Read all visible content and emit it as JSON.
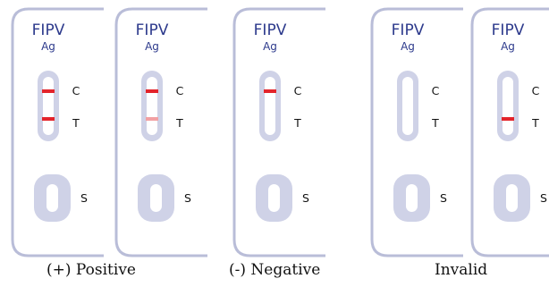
{
  "colors": {
    "cassette_outline": "#b9bdd8",
    "cassette_fill": "#ffffff",
    "window_fill": "#cfd2e7",
    "window_inner": "#ffffff",
    "line_strong": "#e3242b",
    "line_faint": "#f2a0a3",
    "brand_text": "#2d3a8c"
  },
  "labels": {
    "brand": "FIPV",
    "sub": "Ag",
    "control": "C",
    "test": "T",
    "sample": "S"
  },
  "cassettes": [
    {
      "c_line": "strong",
      "t_line": "strong"
    },
    {
      "c_line": "strong",
      "t_line": "faint"
    },
    {
      "c_line": "strong",
      "t_line": "none"
    },
    {
      "c_line": "none",
      "t_line": "none"
    },
    {
      "c_line": "none",
      "t_line": "strong"
    }
  ],
  "captions": {
    "positive": "(+) Positive",
    "negative": "(-) Negative",
    "invalid": "Invalid"
  }
}
